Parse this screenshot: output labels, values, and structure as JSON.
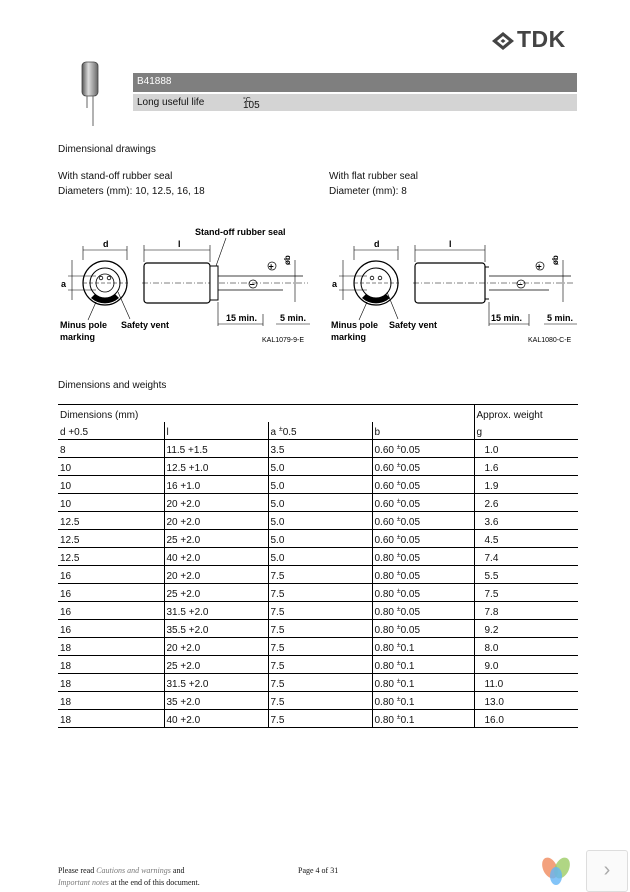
{
  "brand": {
    "logo_text": "TDK"
  },
  "header": {
    "part_number": "B41888",
    "subtitle": "Long useful life",
    "temperature": "105",
    "temperature_unit": "°C"
  },
  "section_drawings": {
    "title": "Dimensional drawings",
    "left": {
      "heading": "With stand-off rubber seal",
      "diameters": "Diameters (mm): 10, 12.5, 16, 18"
    },
    "right": {
      "heading": "With flat rubber seal",
      "diameters": "Diameter (mm): 8"
    }
  },
  "drawing_left": {
    "label_seal": "Stand-off rubber seal",
    "d": "d",
    "l": "l",
    "a": "a",
    "b": "øb",
    "min15": "15 min.",
    "min5": "5 min.",
    "minus_pole": "Minus pole",
    "marking": "marking",
    "safety_vent": "Safety vent",
    "code": "KAL1079-9-E",
    "plus": "+",
    "minus": "−"
  },
  "drawing_right": {
    "d": "d",
    "l": "l",
    "a": "a",
    "b": "øb",
    "min15": "15 min.",
    "min5": "5 min.",
    "minus_pole": "Minus pole",
    "marking": "marking",
    "safety_vent": "Safety vent",
    "code": "KAL1080-C-E",
    "plus": "+",
    "minus": "−"
  },
  "section_table": {
    "title": "Dimensions and weights",
    "header1": "Dimensions (mm)",
    "header_weight": "Approx. weight",
    "col_d": "d +0.5",
    "col_l": "l",
    "col_a": "a",
    "col_a_tol": "0.5",
    "col_b": "b",
    "col_g": "g",
    "rows": [
      {
        "d": "8",
        "l": "11.5 +1.5",
        "a": "3.5",
        "b": "0.60",
        "bt": "0.05",
        "w": "1.0"
      },
      {
        "d": "10",
        "l": "12.5 +1.0",
        "a": "5.0",
        "b": "0.60",
        "bt": "0.05",
        "w": "1.6"
      },
      {
        "d": "10",
        "l": "16 +1.0",
        "a": "5.0",
        "b": "0.60",
        "bt": "0.05",
        "w": "1.9"
      },
      {
        "d": "10",
        "l": "20 +2.0",
        "a": "5.0",
        "b": "0.60",
        "bt": "0.05",
        "w": "2.6"
      },
      {
        "d": "12.5",
        "l": "20 +2.0",
        "a": "5.0",
        "b": "0.60",
        "bt": "0.05",
        "w": "3.6"
      },
      {
        "d": "12.5",
        "l": "25 +2.0",
        "a": "5.0",
        "b": "0.60",
        "bt": "0.05",
        "w": "4.5"
      },
      {
        "d": "12.5",
        "l": "40 +2.0",
        "a": "5.0",
        "b": "0.80",
        "bt": "0.05",
        "w": "7.4"
      },
      {
        "d": "16",
        "l": "20 +2.0",
        "a": "7.5",
        "b": "0.80",
        "bt": "0.05",
        "w": "5.5"
      },
      {
        "d": "16",
        "l": "25 +2.0",
        "a": "7.5",
        "b": "0.80",
        "bt": "0.05",
        "w": "7.5"
      },
      {
        "d": "16",
        "l": "31.5 +2.0",
        "a": "7.5",
        "b": "0.80",
        "bt": "0.05",
        "w": "7.8"
      },
      {
        "d": "16",
        "l": "35.5 +2.0",
        "a": "7.5",
        "b": "0.80",
        "bt": "0.05",
        "w": "9.2"
      },
      {
        "d": "18",
        "l": "20 +2.0",
        "a": "7.5",
        "b": "0.80",
        "bt": "0.1",
        "w": "8.0"
      },
      {
        "d": "18",
        "l": "25 +2.0",
        "a": "7.5",
        "b": "0.80",
        "bt": "0.1",
        "w": "9.0"
      },
      {
        "d": "18",
        "l": "31.5 +2.0",
        "a": "7.5",
        "b": "0.80",
        "bt": "0.1",
        "w": "11.0"
      },
      {
        "d": "18",
        "l": "35 +2.0",
        "a": "7.5",
        "b": "0.80",
        "bt": "0.1",
        "w": "13.0"
      },
      {
        "d": "18",
        "l": "40 +2.0",
        "a": "7.5",
        "b": "0.80",
        "bt": "0.1",
        "w": "16.0"
      }
    ]
  },
  "footer": {
    "please_read": "Please read",
    "link_text": "Cautions and warnings",
    "and": "and",
    "link2": "Important notes",
    "at_end": "at the end of this document.",
    "page": "Page 4 of 31"
  },
  "nav": {
    "next_icon": "chevron-right-icon",
    "next_glyph": "›"
  }
}
